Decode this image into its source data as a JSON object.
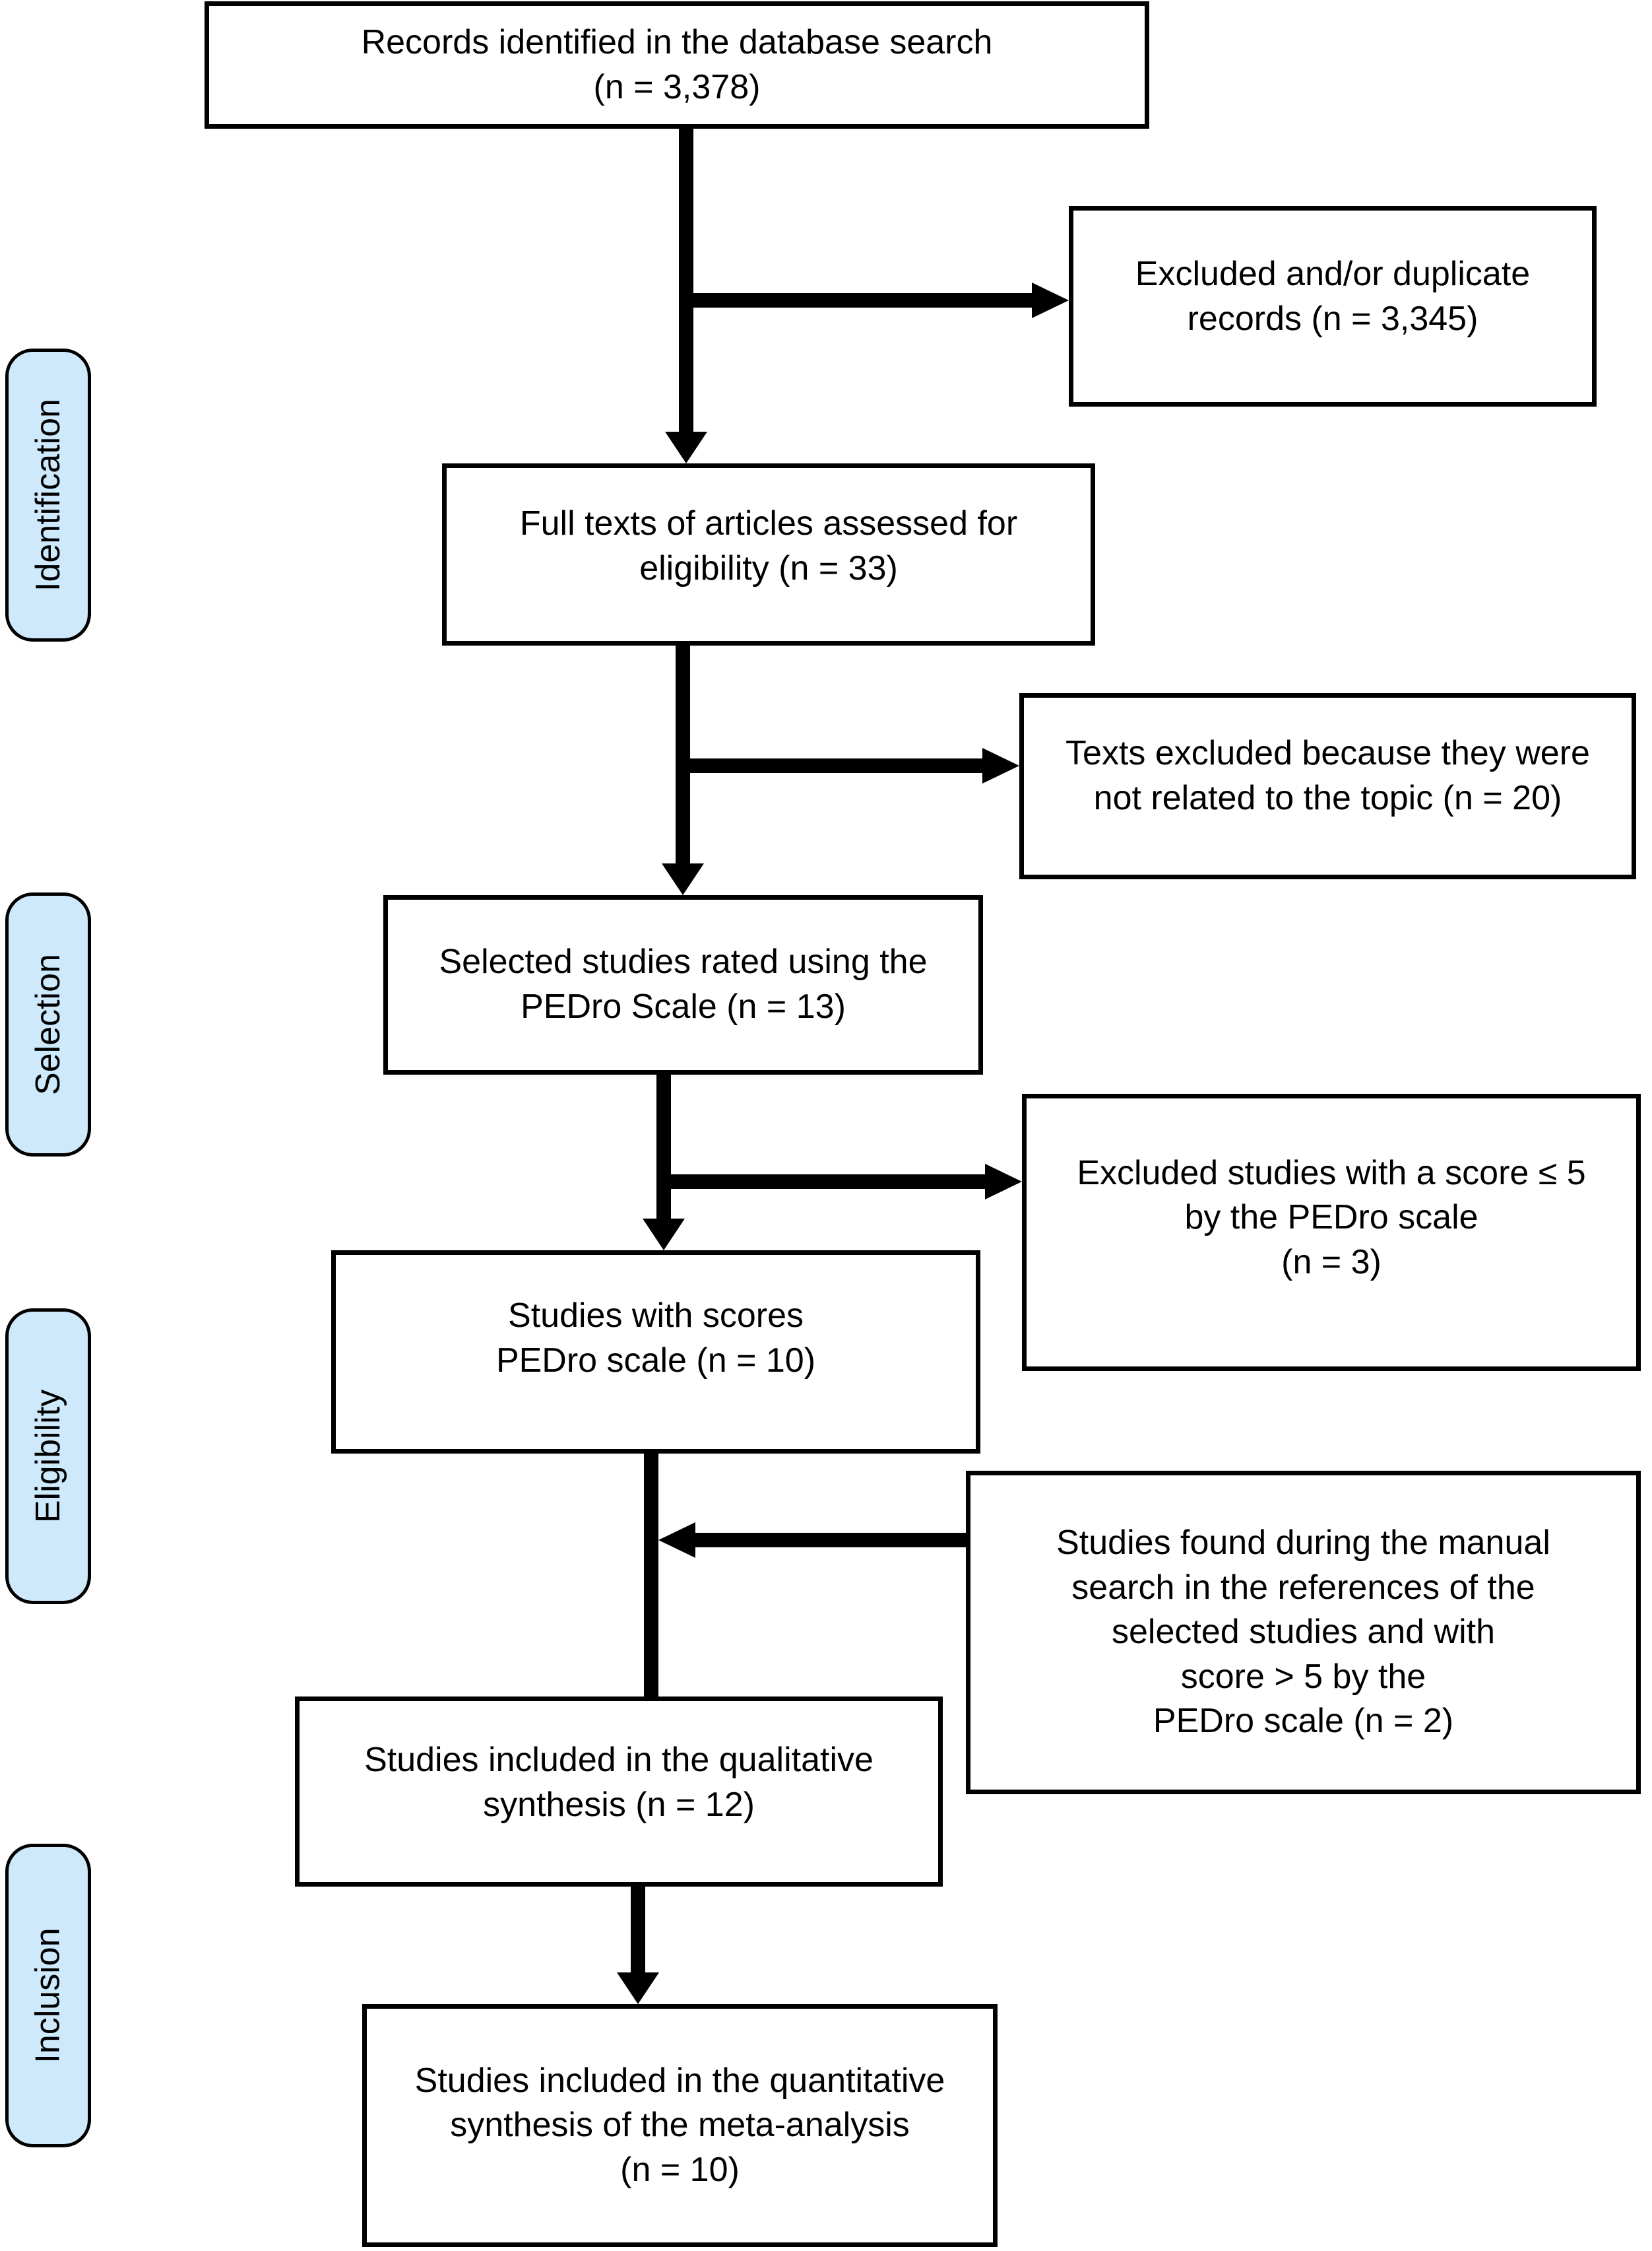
{
  "colors": {
    "stage_fill": "#cde9fb",
    "box_fill": "#ffffff",
    "line": "#000000"
  },
  "stages": [
    {
      "label": "Identification"
    },
    {
      "label": "Selection"
    },
    {
      "label": "Eligibility"
    },
    {
      "label": "Inclusion"
    }
  ],
  "boxes": {
    "records": {
      "lines": [
        "Records identified in the database search",
        "(n = 3,378)"
      ]
    },
    "excluded_duplicates": {
      "lines": [
        "Excluded and/or duplicate",
        "records (n = 3,345)"
      ]
    },
    "full_texts": {
      "lines": [
        "Full texts of articles assessed for",
        "eligibility (n = 33)"
      ]
    },
    "texts_excluded": {
      "lines": [
        "Texts excluded because they were",
        "not related to the topic (n = 20)"
      ]
    },
    "selected_pedro": {
      "lines": [
        "Selected studies rated using the",
        "PEDro Scale (n = 13)"
      ]
    },
    "excluded_pedro": {
      "lines": [
        "Excluded studies with a score ≤ 5",
        "by the PEDro scale",
        "(n = 3)"
      ]
    },
    "scores_pedro": {
      "lines": [
        "Studies with scores",
        "PEDro scale (n = 10)"
      ]
    },
    "manual_search": {
      "lines": [
        "Studies found during the manual",
        "search in the references of the",
        "selected studies and with",
        "score > 5 by the",
        "PEDro scale (n = 2)"
      ]
    },
    "qualitative": {
      "lines": [
        "Studies included in the qualitative",
        "synthesis (n = 12)"
      ]
    },
    "quantitative": {
      "lines": [
        "Studies included in the quantitative",
        "synthesis of the meta-analysis",
        "(n = 10)"
      ]
    }
  }
}
